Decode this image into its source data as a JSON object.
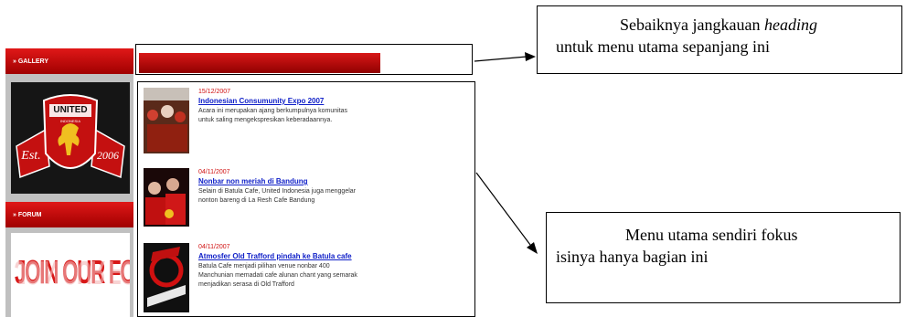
{
  "sidebar": {
    "gallery_label": "» GALLERY",
    "forum_label": "» FORUM",
    "logo": {
      "top_text": "UNITED",
      "sub_text": "INDONESIA",
      "left_text": "Est.",
      "right_text": "2006"
    },
    "forum_banner": "JOIN OUR FORUM"
  },
  "news": [
    {
      "date": "15/12/2007",
      "title": "Indonesian Consumunity Expo 2007",
      "desc": [
        "Acara ini merupakan ajang berkumpulnya komunitas",
        "untuk saling mengekspresikan keberadaannya."
      ]
    },
    {
      "date": "04/11/2007",
      "title": "Nonbar non meriah di Bandung",
      "desc": [
        "Selain di Batula Cafe, United Indonesia juga menggelar",
        "nonton bareng di La Resh Cafe Bandung"
      ]
    },
    {
      "date": "04/11/2007",
      "title": "Atmosfer Old Trafford pindah ke Batula cafe",
      "desc": [
        "Batula Cafe menjadi pilihan venue nonbar 400",
        "Manchunian memadati cafe alunan chant yang semarak",
        "menjadikan serasa di Old Trafford"
      ]
    }
  ],
  "callout_heading": {
    "line1_pre": "Sebaiknya jangkauan ",
    "line1_em": "heading",
    "line2": "untuk menu  utama sepanjang ini"
  },
  "callout_menu": {
    "line1": "Menu utama  sendiri fokus",
    "line2": "isinya hanya bagian ini"
  },
  "colors": {
    "red": "#c00000",
    "link": "#1020c8"
  }
}
